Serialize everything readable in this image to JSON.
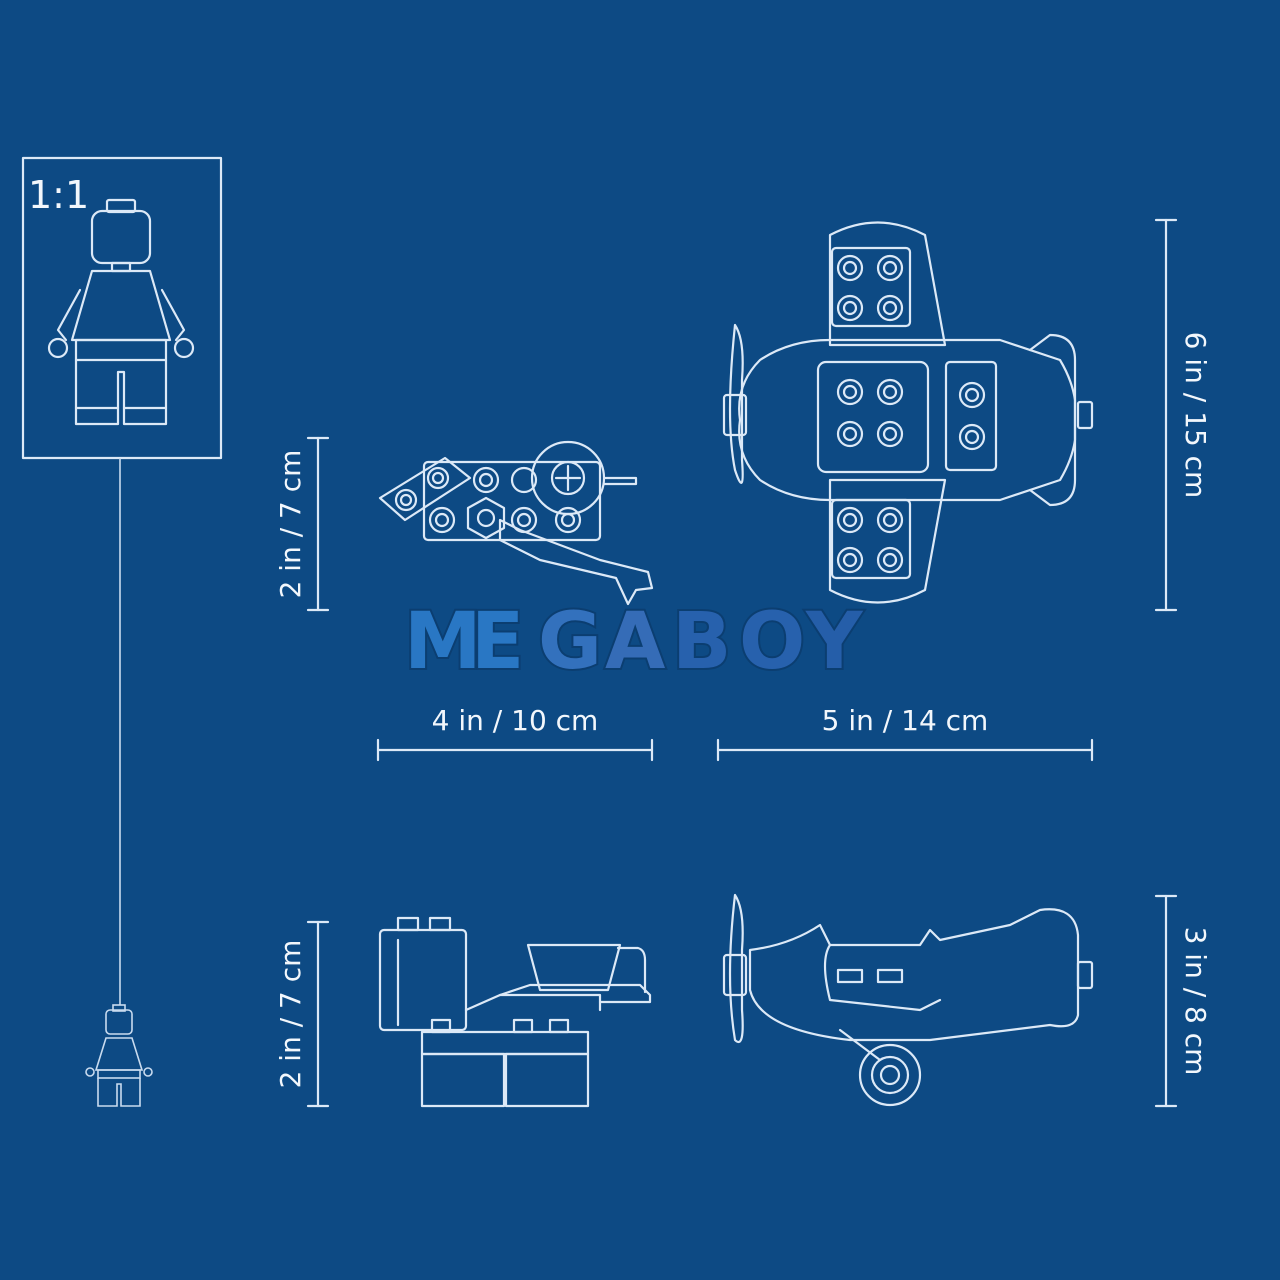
{
  "scale_label": "1:1",
  "dimensions": {
    "small_height": "2 in / 7 cm",
    "small_width": "4 in / 10 cm",
    "plane_width": "5 in / 14 cm",
    "plane_height": "6 in / 15 cm",
    "small_side_height": "2 in / 7 cm",
    "plane_side_height": "3 in / 8 cm"
  },
  "watermark": {
    "text": "MEGABOY",
    "letters": [
      "M",
      "E",
      "G",
      "A",
      "B",
      "O",
      "Y"
    ],
    "colors": [
      "#2f7fd0",
      "#2f7fd0",
      "#3a78c8",
      "#3d72c0",
      "#2c66b5",
      "#2c66b5",
      "#2a62b0"
    ]
  },
  "colors": {
    "background": "#0d4a84",
    "line": "#dce9f7"
  }
}
